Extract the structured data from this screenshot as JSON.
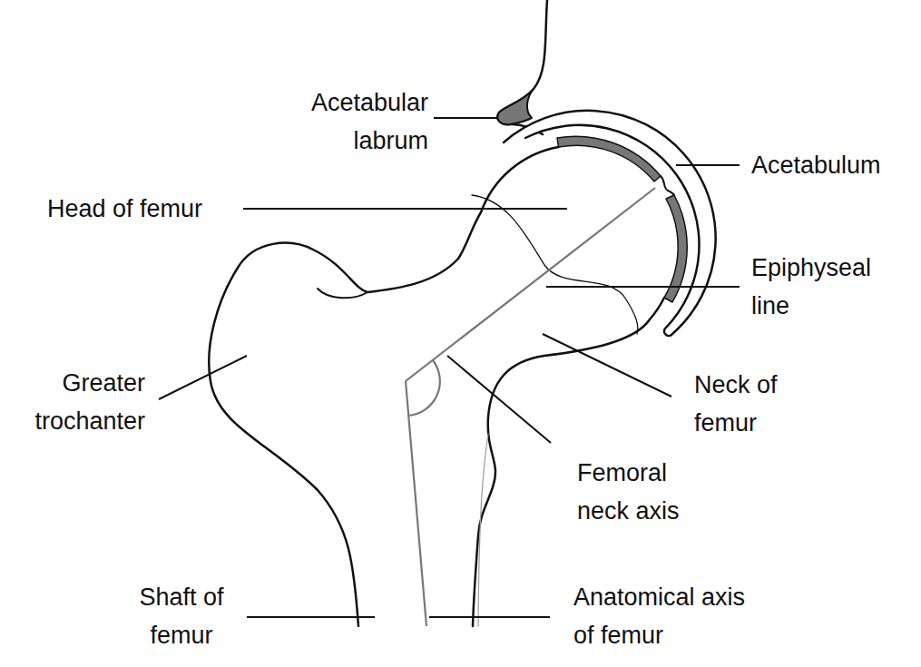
{
  "diagram": {
    "labels": [
      "Acetabular labrum",
      "Acetabulum",
      "Head of femur",
      "Epiphyseal line",
      "Greater trochanter",
      "Neck of femur",
      "Femoral neck axis",
      "Shaft of femur",
      "Anatomical axis of femur"
    ]
  }
}
